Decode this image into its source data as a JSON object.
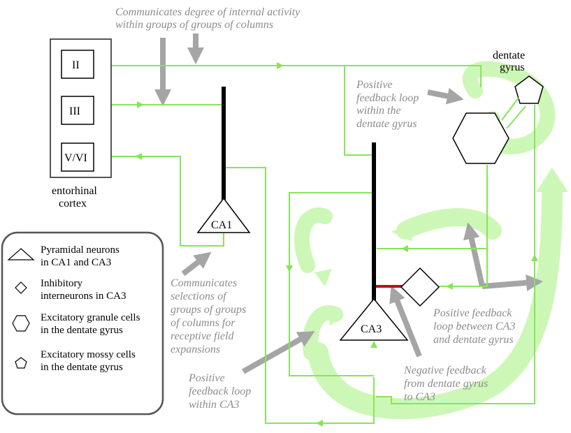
{
  "annotations": {
    "top_line1": "Communicates degree of internal activity",
    "top_line2": "within groups of groups of columns",
    "pos_dg_1": "Positive",
    "pos_dg_2": "feedback loop",
    "pos_dg_3": "within the",
    "pos_dg_4": "dentate gyrus",
    "sel_1": "Communicates",
    "sel_2": "selections of",
    "sel_3": "groups of groups",
    "sel_4": "of columns for",
    "sel_5": "receptive field",
    "sel_6": "expansions",
    "pos_ca3_dg_1": "Positive feedback",
    "pos_ca3_dg_2": "loop between CA3",
    "pos_ca3_dg_3": "and dentate gyrus",
    "neg_1": "Negative feedback",
    "neg_2": "from dentate gyrus",
    "neg_3": "to CA3",
    "pos_ca3_1": "Positive",
    "pos_ca3_2": "feedback loop",
    "pos_ca3_3": "within CA3"
  },
  "labels": {
    "layer_ii": "II",
    "layer_iii": "III",
    "layer_vvi": "V/VI",
    "ento_1": "entorhinal",
    "ento_2": "cortex",
    "dg_1": "dentate",
    "dg_2": "gyrus",
    "ca1": "CA1",
    "ca3": "CA3"
  },
  "legend": {
    "pyr_1": "Pyramidal neurons",
    "pyr_2": "in CA1 and CA3",
    "inh_1": "Inhibitory",
    "inh_2": "interneurons in CA3",
    "gran_1": "Excitatory granule cells",
    "gran_2": "in the dentate gyrus",
    "mossy_1": "Excitatory mossy cells",
    "mossy_2": "in the dentate gyrus"
  },
  "colors": {
    "pathway_green": "#86e55a",
    "loop_green": "#cdf7b6",
    "annotation_gray": "#9a9a9a",
    "inhibitory_red": "#b81414",
    "axon_black": "#000000"
  }
}
